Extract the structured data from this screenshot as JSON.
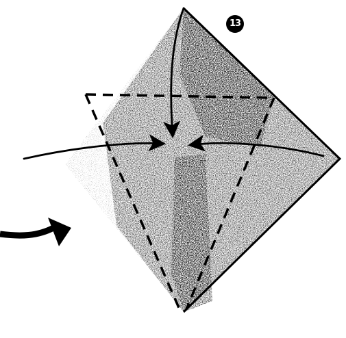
{
  "diagram": {
    "step_number": "13",
    "paper_color": "#1a1a1a",
    "fold_line_style": "dashed",
    "arrows": [
      {
        "name": "top-fold-arrow",
        "points_to": "center"
      },
      {
        "name": "left-fold-arrow",
        "points_to": "center"
      },
      {
        "name": "right-fold-arrow",
        "points_to": "center"
      },
      {
        "name": "turn-over-arrow",
        "meaning": "turn model over"
      }
    ]
  }
}
